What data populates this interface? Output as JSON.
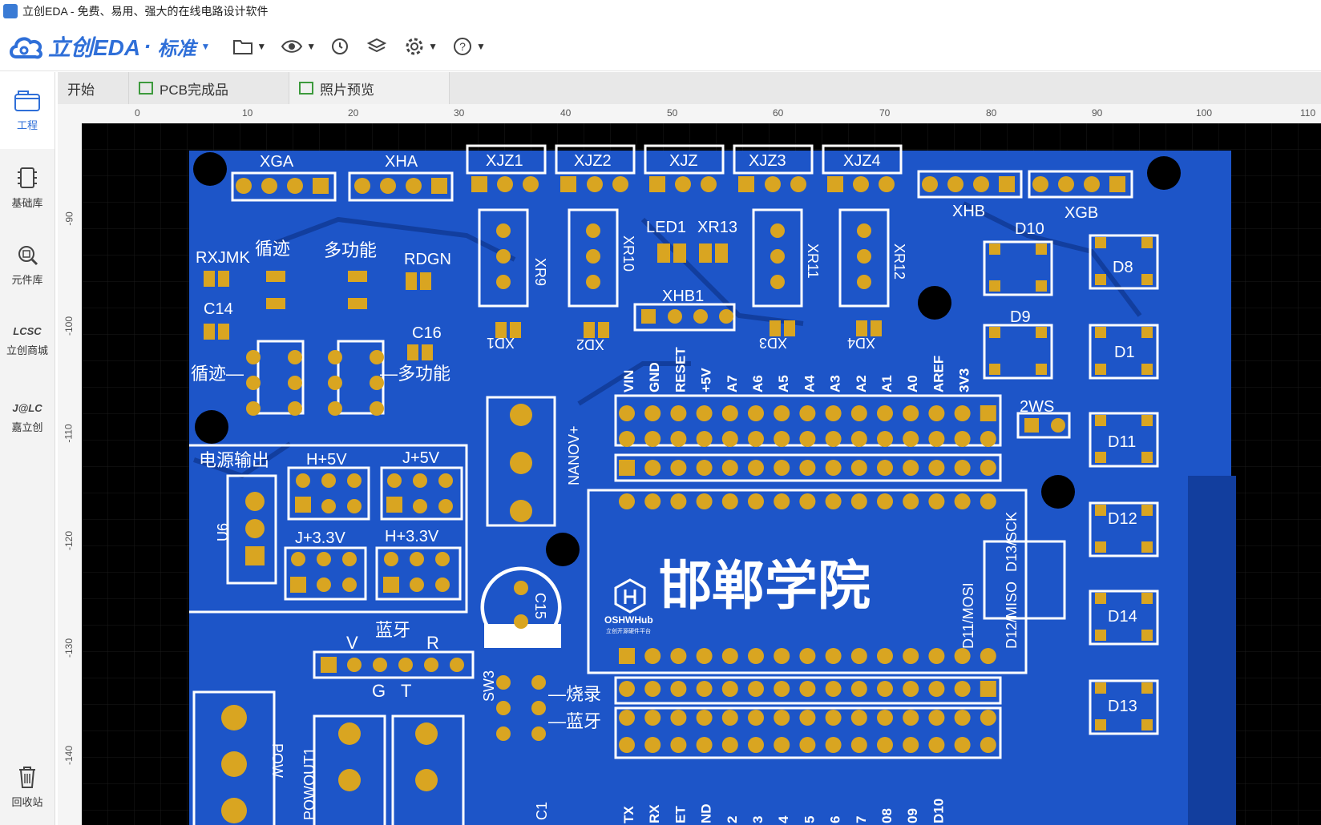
{
  "window": {
    "title": "立创EDA - 免费、易用、强大的在线电路设计软件"
  },
  "brand": {
    "name": "立创EDA",
    "separator": "·",
    "edition": "标准"
  },
  "toolbar": {
    "items": [
      "folder-icon",
      "eye-icon",
      "history-icon",
      "layers-icon",
      "gear-icon",
      "help-icon"
    ]
  },
  "sidebar": {
    "items": [
      {
        "label": "工程",
        "icon": "project-icon",
        "active": true
      },
      {
        "label": "基础库",
        "icon": "chip-icon"
      },
      {
        "label": "元件库",
        "icon": "search-chip-icon"
      },
      {
        "label": "立创商城",
        "icon": "lcsc-logo-icon",
        "badge": "LCSC"
      },
      {
        "label": "嘉立创",
        "icon": "jlc-logo-icon",
        "badge": "J@LC"
      }
    ],
    "trash": {
      "label": "回收站",
      "icon": "trash-icon"
    }
  },
  "tabs": [
    {
      "label": "开始"
    },
    {
      "label": "PCB完成品"
    },
    {
      "label": "照片预览"
    }
  ],
  "ruler": {
    "top_ticks": [
      "0",
      "10",
      "20",
      "30",
      "40",
      "50",
      "60",
      "70",
      "80",
      "90",
      "100",
      "110"
    ],
    "left_ticks": [
      "-90",
      "-100",
      "-110",
      "-120",
      "-130",
      "-140"
    ]
  },
  "colors": {
    "board": "#1d55c8",
    "board_dark": "#123e9e",
    "pad": "#d9a521",
    "silk": "#ffffff",
    "canvas": "#000000",
    "accent": "#2f6fd8"
  },
  "pcb": {
    "title": "邯郸学院",
    "logo_text": "OSHWHub",
    "logo_sub": "立创开源硬件平台",
    "labels": {
      "xga": "XGA",
      "xha": "XHA",
      "xjz1": "XJZ1",
      "xjz2": "XJZ2",
      "xjz": "XJZ",
      "xjz3": "XJZ3",
      "xjz4": "XJZ4",
      "xhb": "XHB",
      "xgb": "XGB",
      "led1": "LED1",
      "xr13": "XR13",
      "xhb1": "XHB1",
      "xr9": "XR9",
      "xr10": "XR10",
      "xr11": "XR11",
      "xr12": "XR12",
      "xd1": "XD1",
      "xd2": "XD2",
      "xd3": "XD3",
      "xd4": "XD4",
      "rxjmk": "RXJMK",
      "xunji": "循迹",
      "duogongneng": "多功能",
      "rdgn": "RDGN",
      "c14": "C14",
      "c16": "C16",
      "xunji_dash": "循迹—",
      "duogongneng_dash": "—多功能",
      "d10": "D10",
      "d8": "D8",
      "d9": "D9",
      "d1": "D1",
      "d11": "D11",
      "d12": "D12",
      "d14": "D14",
      "d13": "D13",
      "ws2": "2WS",
      "nanov": "NANOV+",
      "power_out": "电源输出",
      "h5v": "H+5V",
      "j5v": "J+5V",
      "u6": "U6",
      "j33v": "J+3.3V",
      "h33v": "H+3.3V",
      "c15": "C15",
      "bluetooth": "蓝牙",
      "v": "V",
      "r": "R",
      "g": "G",
      "t": "T",
      "sw3": "SW3",
      "burn": "—烧录",
      "bt_switch": "—蓝牙",
      "powout1": "POWOUT1",
      "pow": "POW",
      "c1": "C1",
      "d11mosi": "D11/MOSI",
      "d12miso": "D12/MISO",
      "d13sck": "D13/SCK"
    },
    "header_pins": [
      "VIN",
      "GND",
      "RESET",
      "+5V",
      "A7",
      "A6",
      "A5",
      "A4",
      "A3",
      "A2",
      "A1",
      "A0",
      "AREF",
      "3V3"
    ],
    "bottom_pins": [
      "TX",
      "RX",
      "ET",
      "ND",
      "2",
      "3",
      "4",
      "5",
      "6",
      "7",
      "08",
      "09",
      "D10"
    ]
  }
}
